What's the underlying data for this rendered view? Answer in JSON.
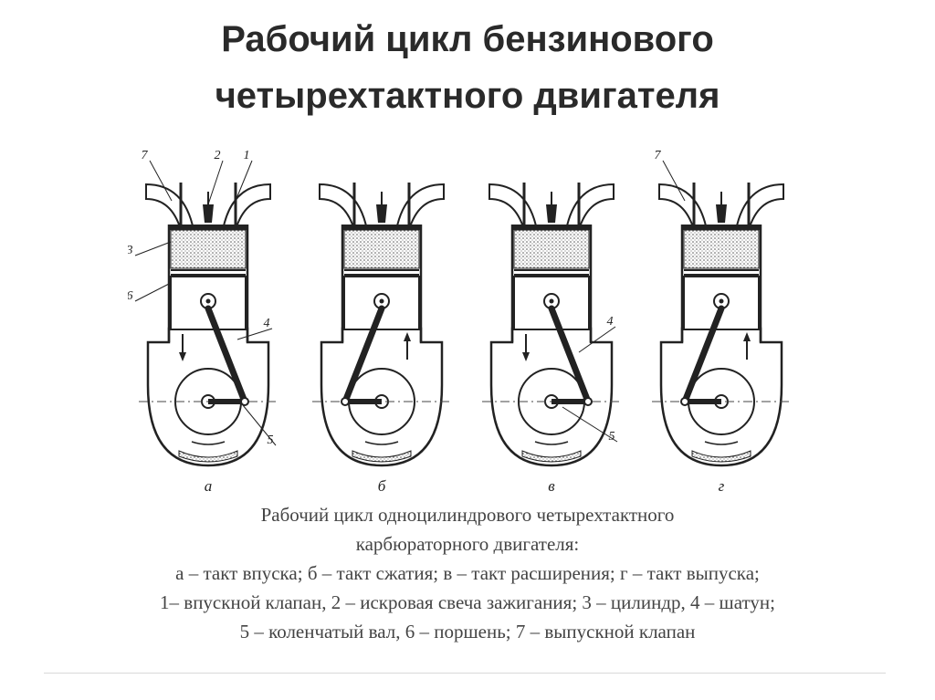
{
  "title": {
    "line1": "Рабочий цикл бензинового",
    "line2": "четырехтактного двигателя"
  },
  "diagram": {
    "panels": [
      {
        "letter": "а",
        "piston": "down",
        "crank": "right",
        "callouts": [
          "7",
          "2",
          "1",
          "3",
          "6",
          "4",
          "5"
        ]
      },
      {
        "letter": "б",
        "piston": "up",
        "crank": "left",
        "callouts": []
      },
      {
        "letter": "в",
        "piston": "down",
        "crank": "right",
        "callouts": [
          "4",
          "5"
        ]
      },
      {
        "letter": "г",
        "piston": "up",
        "crank": "left",
        "callouts": [
          "7"
        ]
      }
    ]
  },
  "caption": {
    "line1": "Рабочий цикл одноцилиндрового четырехтактного",
    "line2": "карбюраторного двигателя:",
    "line3": "а – такт впуска; б – такт сжатия; в – такт расширения; г – такт выпуска;",
    "line4": "1– впускной клапан, 2 – искровая свеча зажигания; 3 – цилиндр, 4 – шатун;",
    "line5": "5 – коленчатый вал, 6 – поршень; 7 – выпускной клапан"
  }
}
